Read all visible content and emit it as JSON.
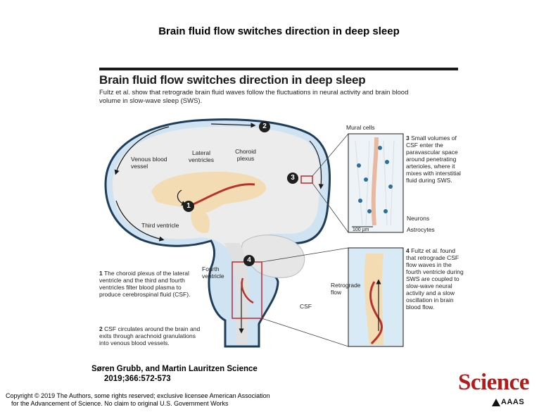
{
  "slide_title": "Brain fluid flow switches direction in deep sleep",
  "figure": {
    "title": "Brain fluid flow switches direction in deep sleep",
    "subtitle": "Fultz et al. show that retrograde brain fluid waves follow the fluctuations in neural activity and brain blood volume in slow-wave sleep (SWS).",
    "labels": {
      "venous": "Venous blood vessel",
      "lateral": "Lateral ventricles",
      "choroid": "Choroid plexus",
      "third": "Third ventricle",
      "fourth": "Fourth ventricle",
      "csf": "CSF",
      "mural": "Mural cells",
      "neurons": "Neurons",
      "astrocytes": "Astrocytes",
      "scale": "100 µm",
      "retro": "Retrograde flow"
    },
    "markers": [
      "1",
      "2",
      "3",
      "4"
    ],
    "notes": {
      "n1": "The choroid plexus of the lateral ventricle and the third and fourth ventricles filter blood plasma to produce cerebrospinal fluid (CSF).",
      "n2": "CSF circulates around the brain and exits through arachnoid granulations into venous blood vessels.",
      "n3": "Small volumes of CSF enter the paravascular space around penetrating arterioles, where it mixes with interstitial fluid during SWS.",
      "n4": "Fultz et al. found that retrograde CSF flow waves in the fourth ventricle during SWS are coupled to slow-wave neural activity and a slow oscillation in brain blood flow."
    }
  },
  "credit_line1": "Søren Grubb, and Martin Lauritzen Science",
  "credit_line2": "2019;366:572-573",
  "copyright_line1": "Copyright © 2019 The Authors, some rights reserved; exclusive licensee American Association",
  "copyright_line2": "for the Advancement of Science. No claim to original U.S. Government Works",
  "logo": {
    "word": "Science",
    "sub": "AAAS",
    "color": "#b31b1b"
  }
}
